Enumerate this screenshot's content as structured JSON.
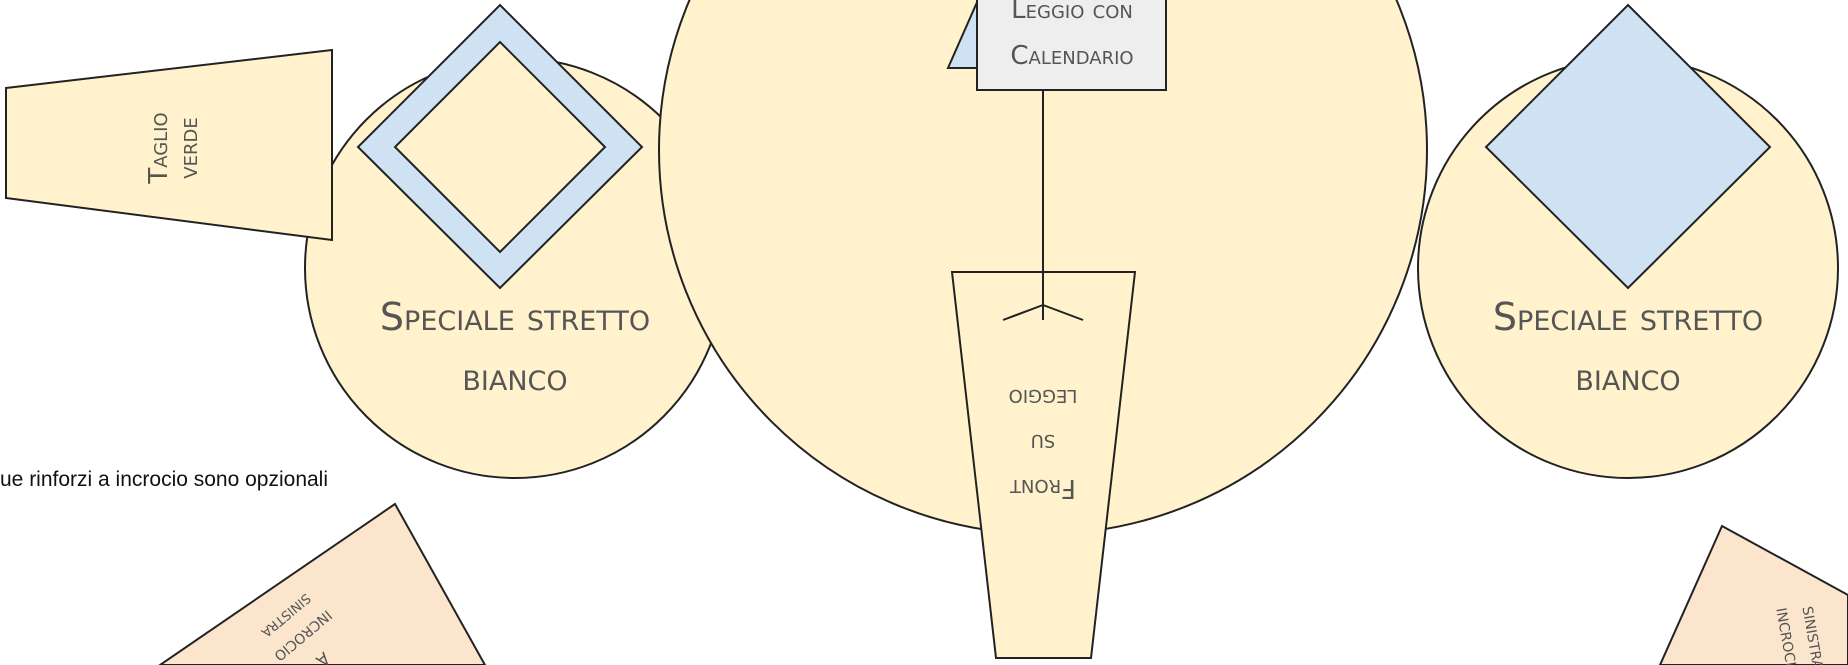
{
  "colors": {
    "cream": "#fff2cc",
    "light_blue": "#cfe2f3",
    "peach": "#fce5cd",
    "grey_box": "#eeeeee",
    "outline": "#222222"
  },
  "labels": {
    "taglio_line1": "Taglio",
    "taglio_line2": "verde",
    "left_circle_line1": "Speciale stretto",
    "left_circle_line2": "bianco",
    "right_circle_line1": "Speciale stretto",
    "right_circle_line2": "bianco",
    "box_line1": "Leggio con",
    "box_line2": "Calendario",
    "front_line1": "Front",
    "front_line2": "su",
    "front_line3": "leggio",
    "note": "ue rinforzi a incrocio sono opzionali",
    "bottom_left_line1": "a",
    "bottom_left_line2": "incrocio",
    "bottom_left_line3": "sinistra",
    "bottom_right_line1": "sinistra",
    "bottom_right_line2": "incrocio"
  }
}
